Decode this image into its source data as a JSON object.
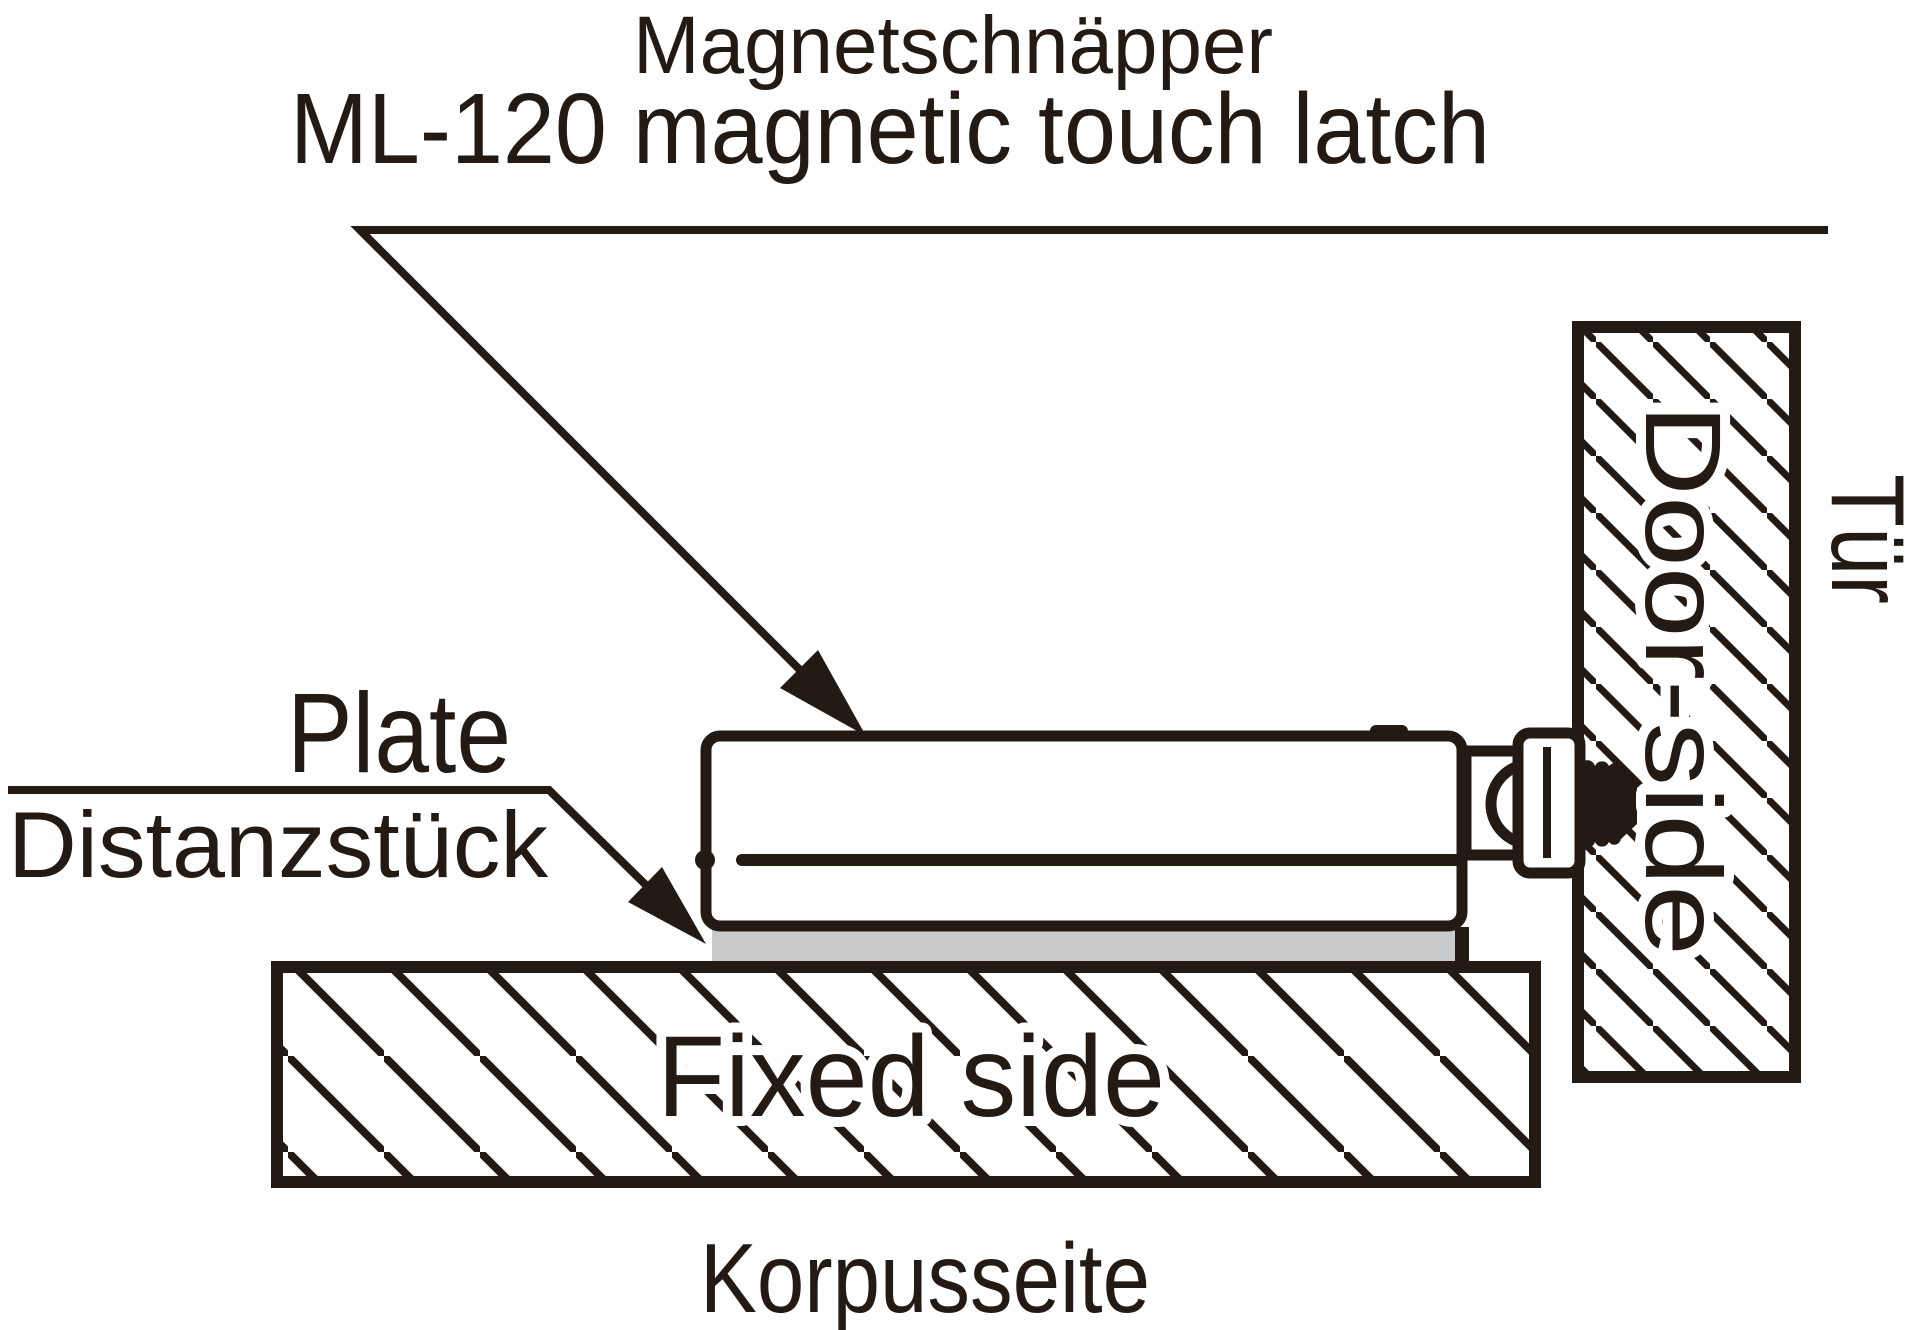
{
  "colors": {
    "ink": "#241a14",
    "plate": "#c9cacc",
    "background": "#ffffff"
  },
  "labels": {
    "product": {
      "de": "Magnetschnäpper",
      "en": "ML-120 magnetic touch latch"
    },
    "plate": {
      "en": "Plate",
      "de": "Distanzstück"
    },
    "fixed_panel": {
      "en": "Fixed side",
      "de": "Korpusseite"
    },
    "door_panel": {
      "en": "Door-side",
      "de": "Tür"
    }
  }
}
